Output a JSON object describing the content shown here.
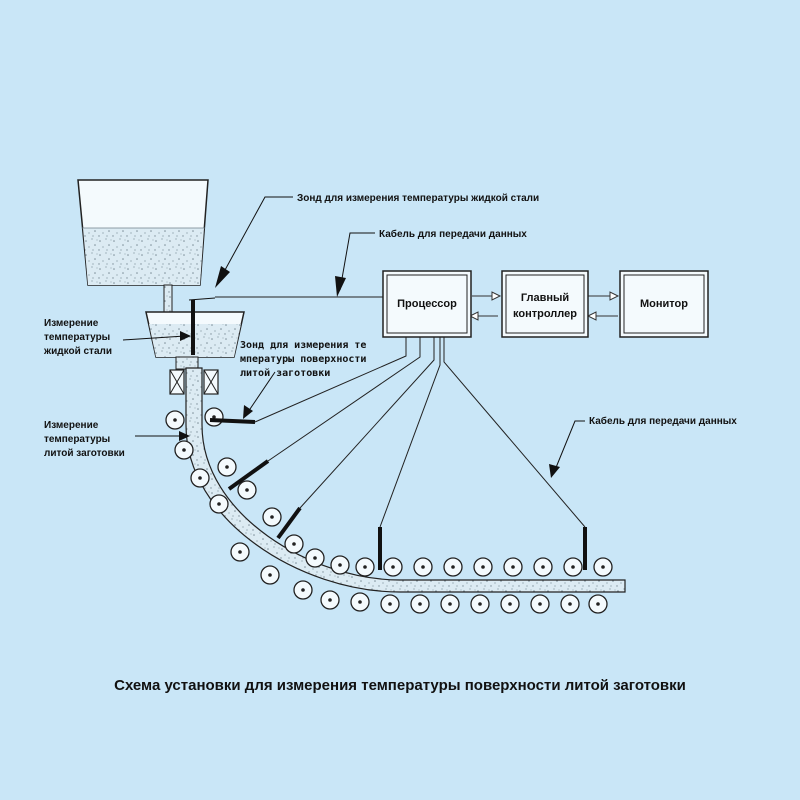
{
  "diagram": {
    "labels": {
      "probe_liquid": "Зонд для измерения температуры жидкой стали",
      "cable_top": "Кабель для передачи данных",
      "measure_liquid": [
        "Измерение",
        "температуры",
        "жидкой стали"
      ],
      "probe_surface": [
        "Зонд для измерения те",
        "мпературы поверхности",
        "литой заготовки"
      ],
      "measure_billet": [
        "Измерение",
        "температуры",
        "литой заготовки"
      ],
      "cable_right": "Кабель для передачи данных"
    },
    "boxes": {
      "processor": "Процессор",
      "controller": [
        "Главный",
        "контроллер"
      ],
      "monitor": "Монитор"
    },
    "caption": "Схема установки для измерения температуры поверхности литой заготовки"
  }
}
